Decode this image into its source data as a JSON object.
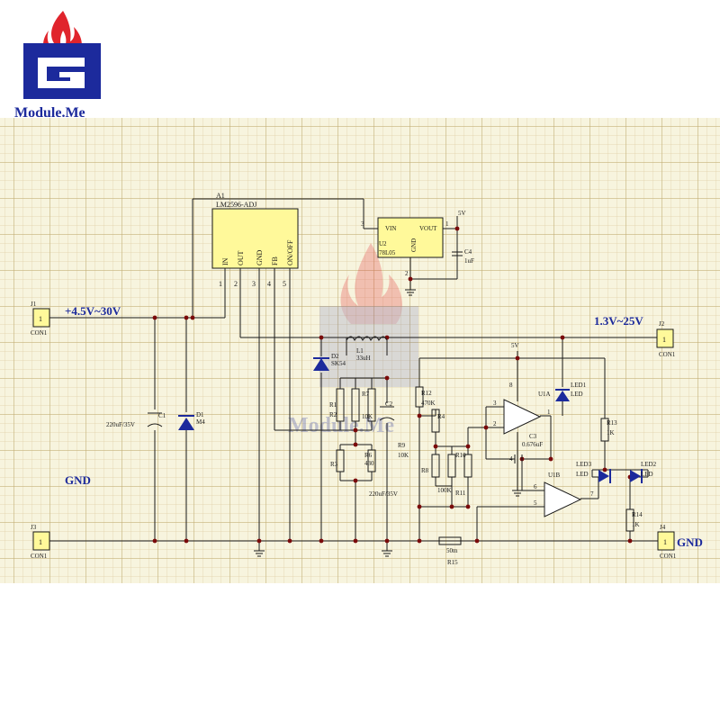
{
  "brand": {
    "name": "Module.Me",
    "watermark": "Module.Me"
  },
  "colors": {
    "wire": "#1a1a1a",
    "wire_blue": "#1c2a9c",
    "label": "#1c2a9c",
    "ic_fill": "#fff99a",
    "node": "#7a0a0a",
    "logo_blue": "#1c2a9c",
    "logo_red": "#e0242c"
  },
  "connectors": {
    "j1": {
      "ref": "J1",
      "part": "CON1",
      "pin": "1"
    },
    "j2": {
      "ref": "J2",
      "part": "CON1",
      "pin": "1"
    },
    "j3": {
      "ref": "J3",
      "part": "CON1",
      "pin": "1"
    },
    "j4": {
      "ref": "J4",
      "part": "CON1",
      "pin": "1"
    }
  },
  "power_labels": {
    "input": "+4.5V~30V",
    "output": "1.3V~25V",
    "gnd_left": "GND",
    "gnd_right": "GND",
    "v5a": "5V",
    "v5b": "5V"
  },
  "a1": {
    "ref": "A1",
    "part": "LM2596-ADJ",
    "pins": [
      "IN",
      "OUT",
      "GND",
      "FB",
      "ON/OFF"
    ],
    "numbers": [
      "1",
      "2",
      "3",
      "4",
      "5"
    ]
  },
  "u2": {
    "ref": "U2",
    "part": "78L05",
    "vin": "VIN",
    "vout": "VOUT",
    "gnd": "GND",
    "pin_in": "3",
    "pin_out": "1",
    "pin_gnd": "2"
  },
  "components": {
    "c1_ref": "C1",
    "c1_val": "220uF/35V",
    "c4_ref": "C4",
    "c4_val": "1uF",
    "d1_ref": "D1",
    "d1_val": "M4",
    "d2_ref": "D2",
    "d2_val": "SK54",
    "l1_ref": "L1",
    "l1_val": "33uH",
    "r1_ref": "R1",
    "r2_ref": "R2",
    "r3_ref": "R3",
    "r7_ref": "R7",
    "r7_val": "10K",
    "r6_ref": "R6",
    "r6_val": "430",
    "c2_ref": "C2",
    "c2_val": "220uF/35V",
    "r12_ref": "R12",
    "r12_val": "470K",
    "r4_ref": "R4",
    "r9_ref": "R9",
    "r9_val": "10K",
    "r8_ref": "R8",
    "r8_val": "100K",
    "r10_ref": "R10",
    "r11_ref": "R11",
    "c3_ref": "C3",
    "c3_val": "0.676uF",
    "u1a": "U1A",
    "u1b": "U1B",
    "led1_ref": "LED1",
    "led1_val": "LED",
    "led2_ref": "LED2",
    "led2_val": "LED",
    "led3_ref": "LED3",
    "led3_val": "LED",
    "r13_ref": "R13",
    "r13_val": "1K",
    "r14_ref": "R14",
    "r14_val": "1K",
    "r15_ref": "R15",
    "r15_val": "50m"
  },
  "opamp_pins": {
    "a_in1": "3",
    "a_in2": "2",
    "a_out": "1",
    "a_vcc": "8",
    "a_gnd": "4",
    "b_in1": "6",
    "b_in2": "5",
    "b_out": "7"
  }
}
